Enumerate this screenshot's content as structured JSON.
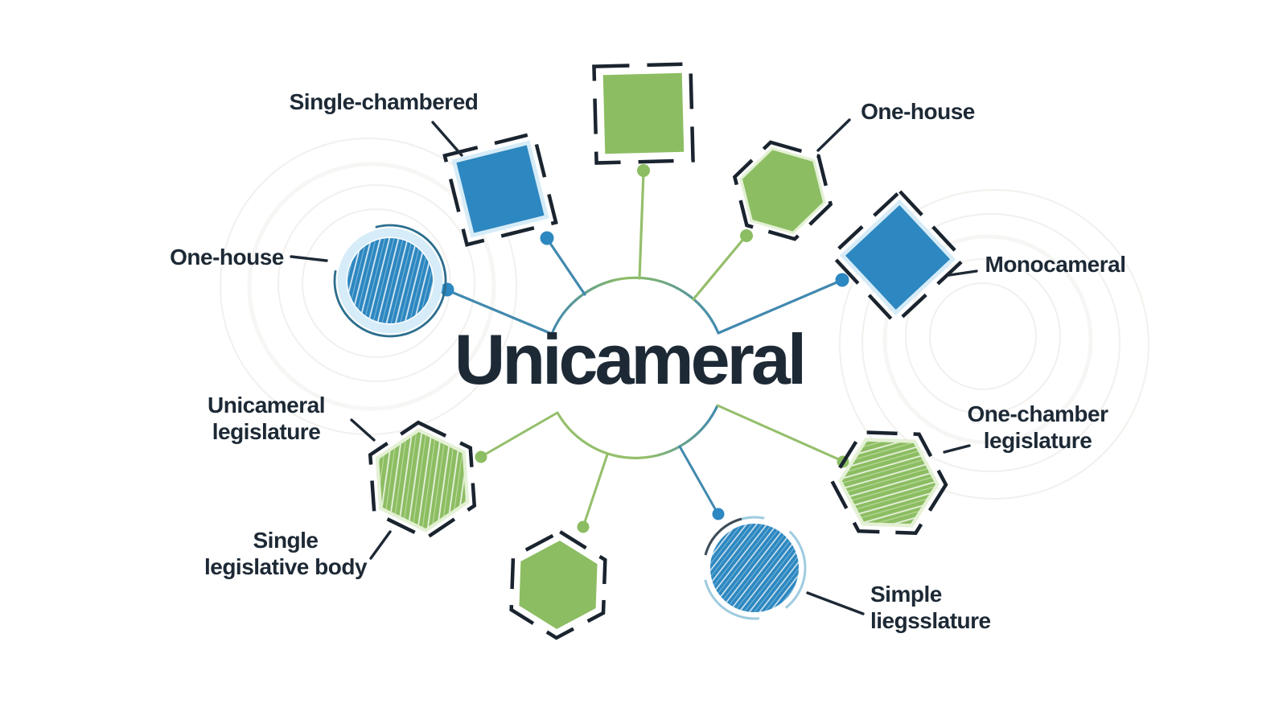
{
  "title": "Unicameral",
  "labels": {
    "single_chambered": "Single-chambered",
    "one_house_left": "One-house",
    "one_house_right": "One-house",
    "monocameral": "Monocameral",
    "unicameral_legislature_1": "Unicameral",
    "unicameral_legislature_2": "legislature",
    "single_legislative_body_1": "Single",
    "single_legislative_body_2": "legislative body",
    "one_chamber_legislature_1": "One-chamber",
    "one_chamber_legislature_2": "legislature",
    "simple_legislature_1": "Simple",
    "simple_legislature_2": "liegsslature"
  },
  "colors": {
    "background": "#ffffff",
    "blue": "#2d87c0",
    "green": "#8cbd62",
    "text_dark": "#1d2935",
    "outline_dark": "#1a242f",
    "line_teal": "#4189ae",
    "line_green": "#94bf6b",
    "halo_blue": "#d6ecf8",
    "halo_green": "#e4f1d5",
    "ring_teal": "#2c6e8e",
    "dash_light_blue": "#9fcbe0",
    "bg_ring": "#efede9"
  },
  "nodes": [
    {
      "name": "top-left-square",
      "shape": "square",
      "fill": "blue",
      "texture": "solid"
    },
    {
      "name": "left-circle",
      "shape": "circle",
      "fill": "blue",
      "texture": "hatched"
    },
    {
      "name": "top-center-square",
      "shape": "square",
      "fill": "green",
      "texture": "solid"
    },
    {
      "name": "top-right-hexagon",
      "shape": "hexagon",
      "fill": "green",
      "texture": "solid"
    },
    {
      "name": "right-diamond",
      "shape": "diamond",
      "fill": "blue",
      "texture": "solid"
    },
    {
      "name": "bottom-left-hexagon",
      "shape": "hexagon",
      "fill": "green",
      "texture": "hatched"
    },
    {
      "name": "bottom-center-hexagon",
      "shape": "hexagon",
      "fill": "green",
      "texture": "solid"
    },
    {
      "name": "bottom-right-circle",
      "shape": "circle",
      "fill": "blue",
      "texture": "hatched"
    },
    {
      "name": "bottom-right-hexagon",
      "shape": "hexagon",
      "fill": "green",
      "texture": "hatched"
    }
  ]
}
